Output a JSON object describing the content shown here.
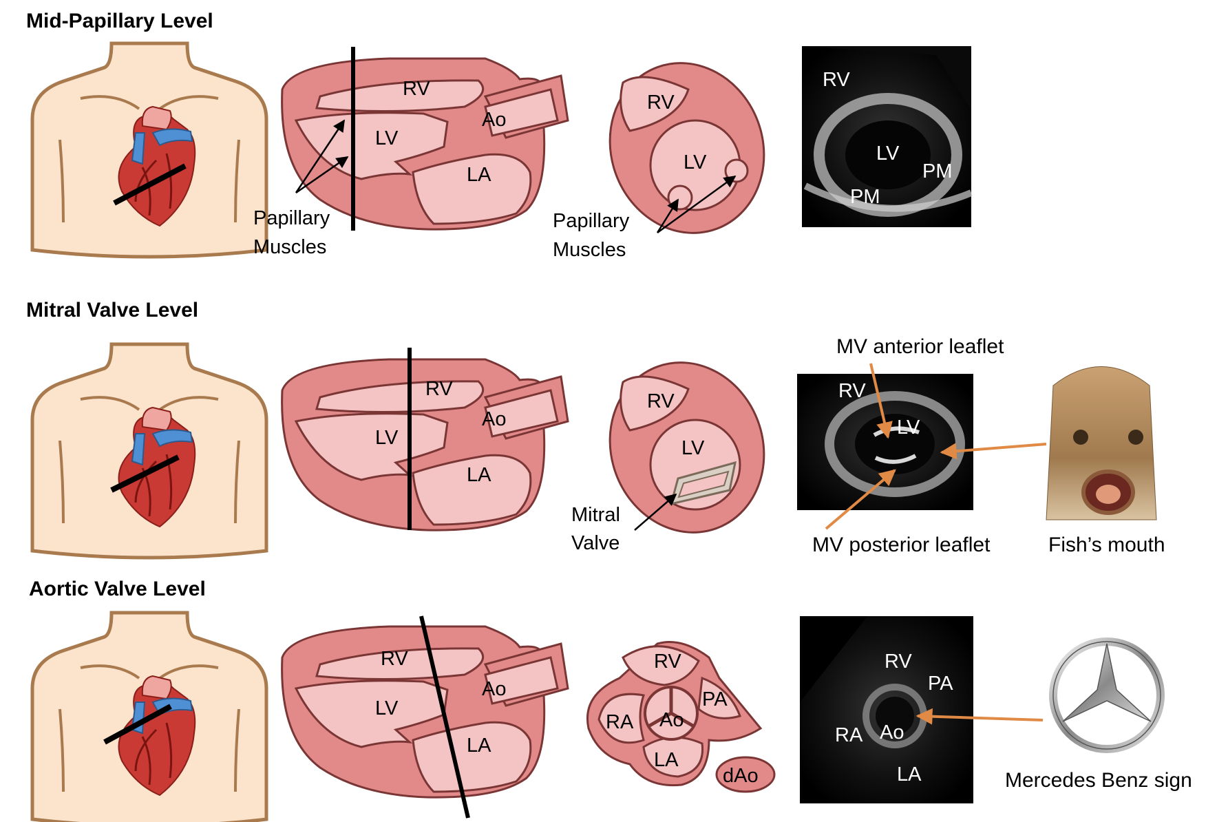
{
  "rows": [
    {
      "title": "Mid-Papillary Level",
      "long_axis": {
        "rv": "RV",
        "lv": "LV",
        "ao": "Ao",
        "la": "LA",
        "callout_line1": "Papillary",
        "callout_line2": "Muscles"
      },
      "short_axis": {
        "rv": "RV",
        "lv": "LV",
        "callout_line1": "Papillary",
        "callout_line2": "Muscles"
      },
      "echo": {
        "rv": "RV",
        "lv": "LV",
        "pm1": "PM",
        "pm2": "PM"
      }
    },
    {
      "title": "Mitral Valve Level",
      "long_axis": {
        "rv": "RV",
        "lv": "LV",
        "ao": "Ao",
        "la": "LA"
      },
      "short_axis": {
        "rv": "RV",
        "lv": "LV",
        "callout_line1": "Mitral",
        "callout_line2": "Valve"
      },
      "echo": {
        "rv": "RV",
        "lv": "LV",
        "annotation_top": "MV anterior leaflet",
        "annotation_bottom": "MV posterior leaflet"
      },
      "analogy": {
        "caption": "Fish’s mouth",
        "image": "fish-photo"
      }
    },
    {
      "title": "Aortic Valve Level",
      "long_axis": {
        "rv": "RV",
        "lv": "LV",
        "ao": "Ao",
        "la": "LA"
      },
      "short_axis": {
        "rv": "RV",
        "ra": "RA",
        "ao": "Ao",
        "pa": "PA",
        "la": "LA",
        "dao": "dAo"
      },
      "echo": {
        "rv": "RV",
        "pa": "PA",
        "ra": "RA",
        "ao": "Ao",
        "la": "LA"
      },
      "analogy": {
        "caption": "Mercedes Benz sign",
        "image": "mercedes-benz-logo"
      }
    }
  ],
  "colors": {
    "myocardium": "#e28a8a",
    "cavity": "#f4c3c3",
    "outline": "#7a3535",
    "skin": "#fbe3cc",
    "arrow": "#e08a45"
  }
}
